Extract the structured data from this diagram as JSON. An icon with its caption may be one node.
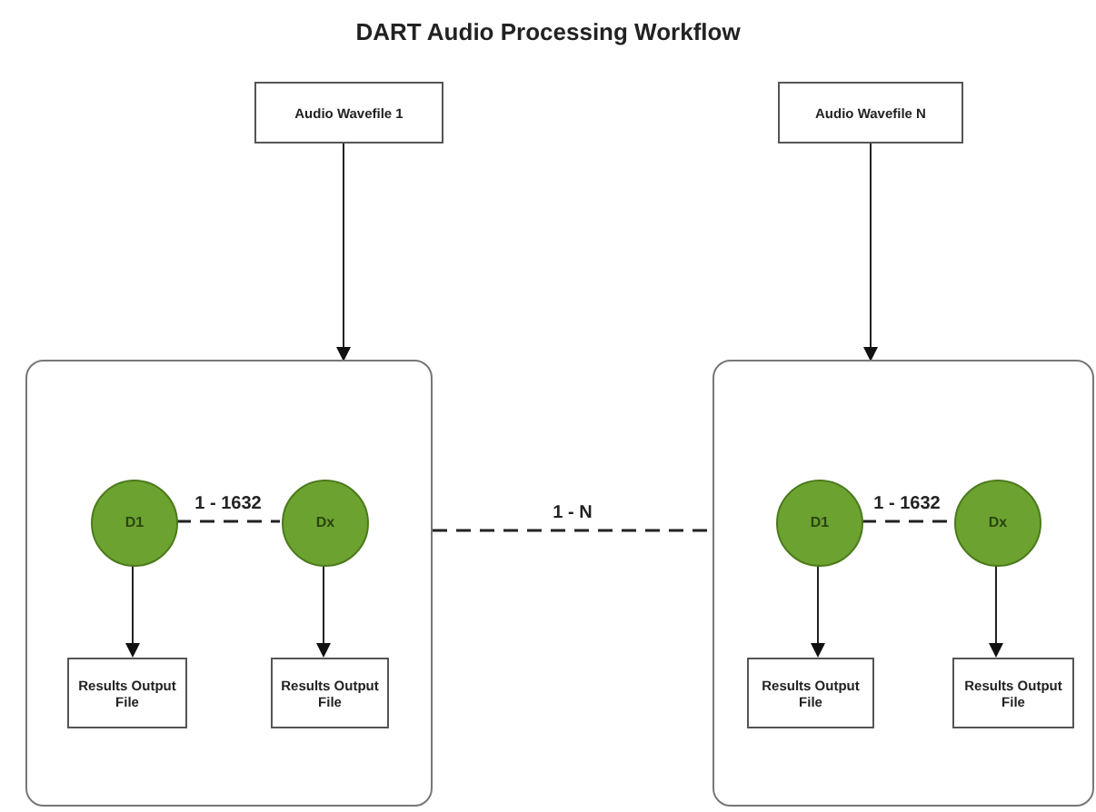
{
  "diagram": {
    "title": "DART Audio Processing Workflow",
    "nodes": [
      {
        "text": [
          "Audio Wavefile 1"
        ]
      },
      {
        "text": [
          "Audio Wavefile N"
        ]
      },
      {
        "text": [],
        "shape": "box"
      },
      {
        "text": [
          "D1"
        ],
        "in": 2
      },
      {
        "text": [
          "Dx"
        ],
        "in": 2
      },
      {
        "text": [
          "Results Output File"
        ],
        "in": 2
      },
      {
        "text": [
          "Results Output File"
        ],
        "in": 2
      },
      {
        "text": [],
        "shape": "box"
      },
      {
        "text": [
          "D1"
        ],
        "in": 7
      },
      {
        "text": [
          "Dx"
        ],
        "in": 7
      },
      {
        "text": [
          "Results Output File"
        ],
        "in": 7
      },
      {
        "text": [
          "Results Output File"
        ],
        "in": 7
      }
    ],
    "edges": [
      {
        "from": 0,
        "to": 2,
        "arrow": "to"
      },
      {
        "from": 1,
        "to": 7,
        "arrow": "to"
      },
      {
        "from": 3,
        "to": 4,
        "arrow": "none",
        "label": "1 - 1632",
        "style": "dashed"
      },
      {
        "from": 3,
        "to": 5,
        "arrow": "to"
      },
      {
        "from": 4,
        "to": 6,
        "arrow": "to"
      },
      {
        "from": 2,
        "to": 7,
        "arrow": "none",
        "label": "1 - N",
        "style": "dashed"
      },
      {
        "from": 8,
        "to": 9,
        "arrow": "none",
        "label": "1 - 1632",
        "style": "dashed"
      },
      {
        "from": 8,
        "to": 10,
        "arrow": "to"
      },
      {
        "from": 9,
        "to": 11,
        "arrow": "to"
      }
    ]
  }
}
